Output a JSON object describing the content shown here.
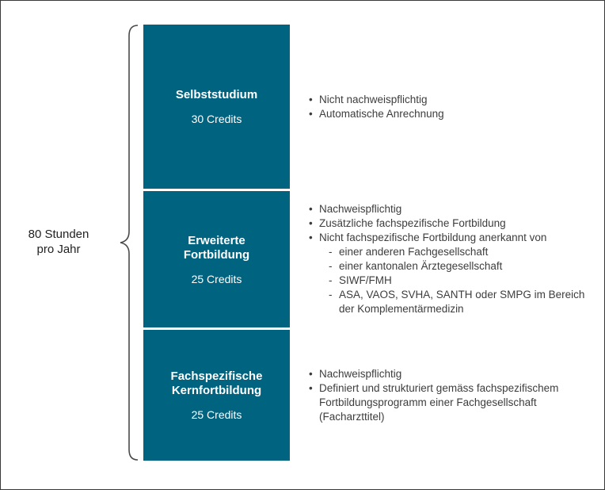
{
  "left_label": {
    "line1": "80 Stunden",
    "line2": "pro Jahr"
  },
  "colors": {
    "box_fill": "#006380",
    "box_text": "#ffffff",
    "body_text": "#3d3d3d",
    "brace": "#4a4a4a"
  },
  "sections": [
    {
      "title": "Selbststudium",
      "credits": "30 Credits",
      "bullets": [
        {
          "text": "Nicht nachweispflichtig",
          "level": 1
        },
        {
          "text": "Automatische Anrechnung",
          "level": 1
        }
      ]
    },
    {
      "title": "Erweiterte Fortbildung",
      "credits": "25 Credits",
      "bullets": [
        {
          "text": "Nachweispflichtig",
          "level": 1
        },
        {
          "text": "Zusätzliche fachspezifische Fortbildung",
          "level": 1
        },
        {
          "text": "Nicht fachspezifische Fortbildung anerkannt von",
          "level": 1
        },
        {
          "text": "einer anderen Fachgesellschaft",
          "level": 2
        },
        {
          "text": "einer kantonalen Ärztegesellschaft",
          "level": 2
        },
        {
          "text": "SIWF/FMH",
          "level": 2
        },
        {
          "text": "ASA, VAOS, SVHA, SANTH oder SMPG im Bereich der Komplementärmedizin",
          "level": 2
        }
      ]
    },
    {
      "title": "Fachspezifische Kernfortbildung",
      "credits": "25 Credits",
      "bullets": [
        {
          "text": "Nachweispflichtig",
          "level": 1
        },
        {
          "text": "Definiert und strukturiert gemäss fachspezifischem Fortbildungsprogramm einer Fachgesellschaft (Facharzttitel)",
          "level": 1
        }
      ]
    }
  ]
}
